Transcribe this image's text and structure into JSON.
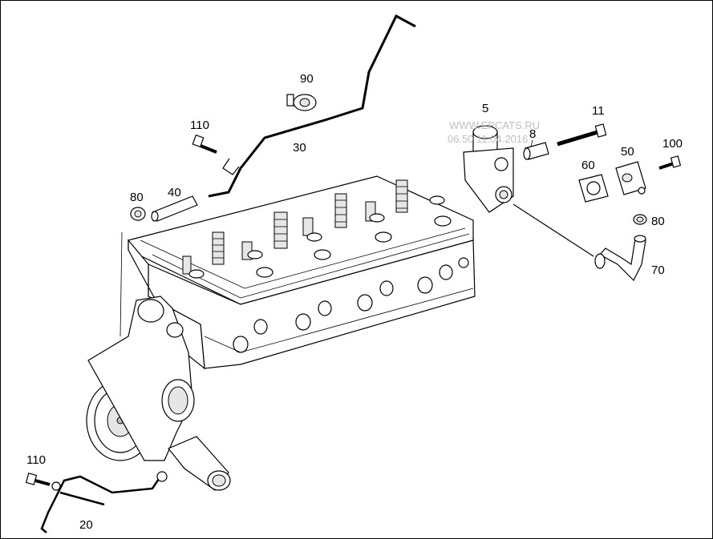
{
  "watermark": {
    "line1": "WWW.EPCATS.RU",
    "line2": "06.50 11.04.2016"
  },
  "callouts": [
    {
      "id": "c90",
      "text": "90"
    },
    {
      "id": "c5",
      "text": "5"
    },
    {
      "id": "c11",
      "text": "11"
    },
    {
      "id": "c110a",
      "text": "110"
    },
    {
      "id": "c8",
      "text": "8"
    },
    {
      "id": "c30",
      "text": "30"
    },
    {
      "id": "c50",
      "text": "50"
    },
    {
      "id": "c100",
      "text": "100"
    },
    {
      "id": "c60",
      "text": "60"
    },
    {
      "id": "c80a",
      "text": "80"
    },
    {
      "id": "c40",
      "text": "40"
    },
    {
      "id": "c80b",
      "text": "80"
    },
    {
      "id": "c70",
      "text": "70"
    },
    {
      "id": "c110b",
      "text": "110"
    },
    {
      "id": "c20",
      "text": "20"
    }
  ]
}
